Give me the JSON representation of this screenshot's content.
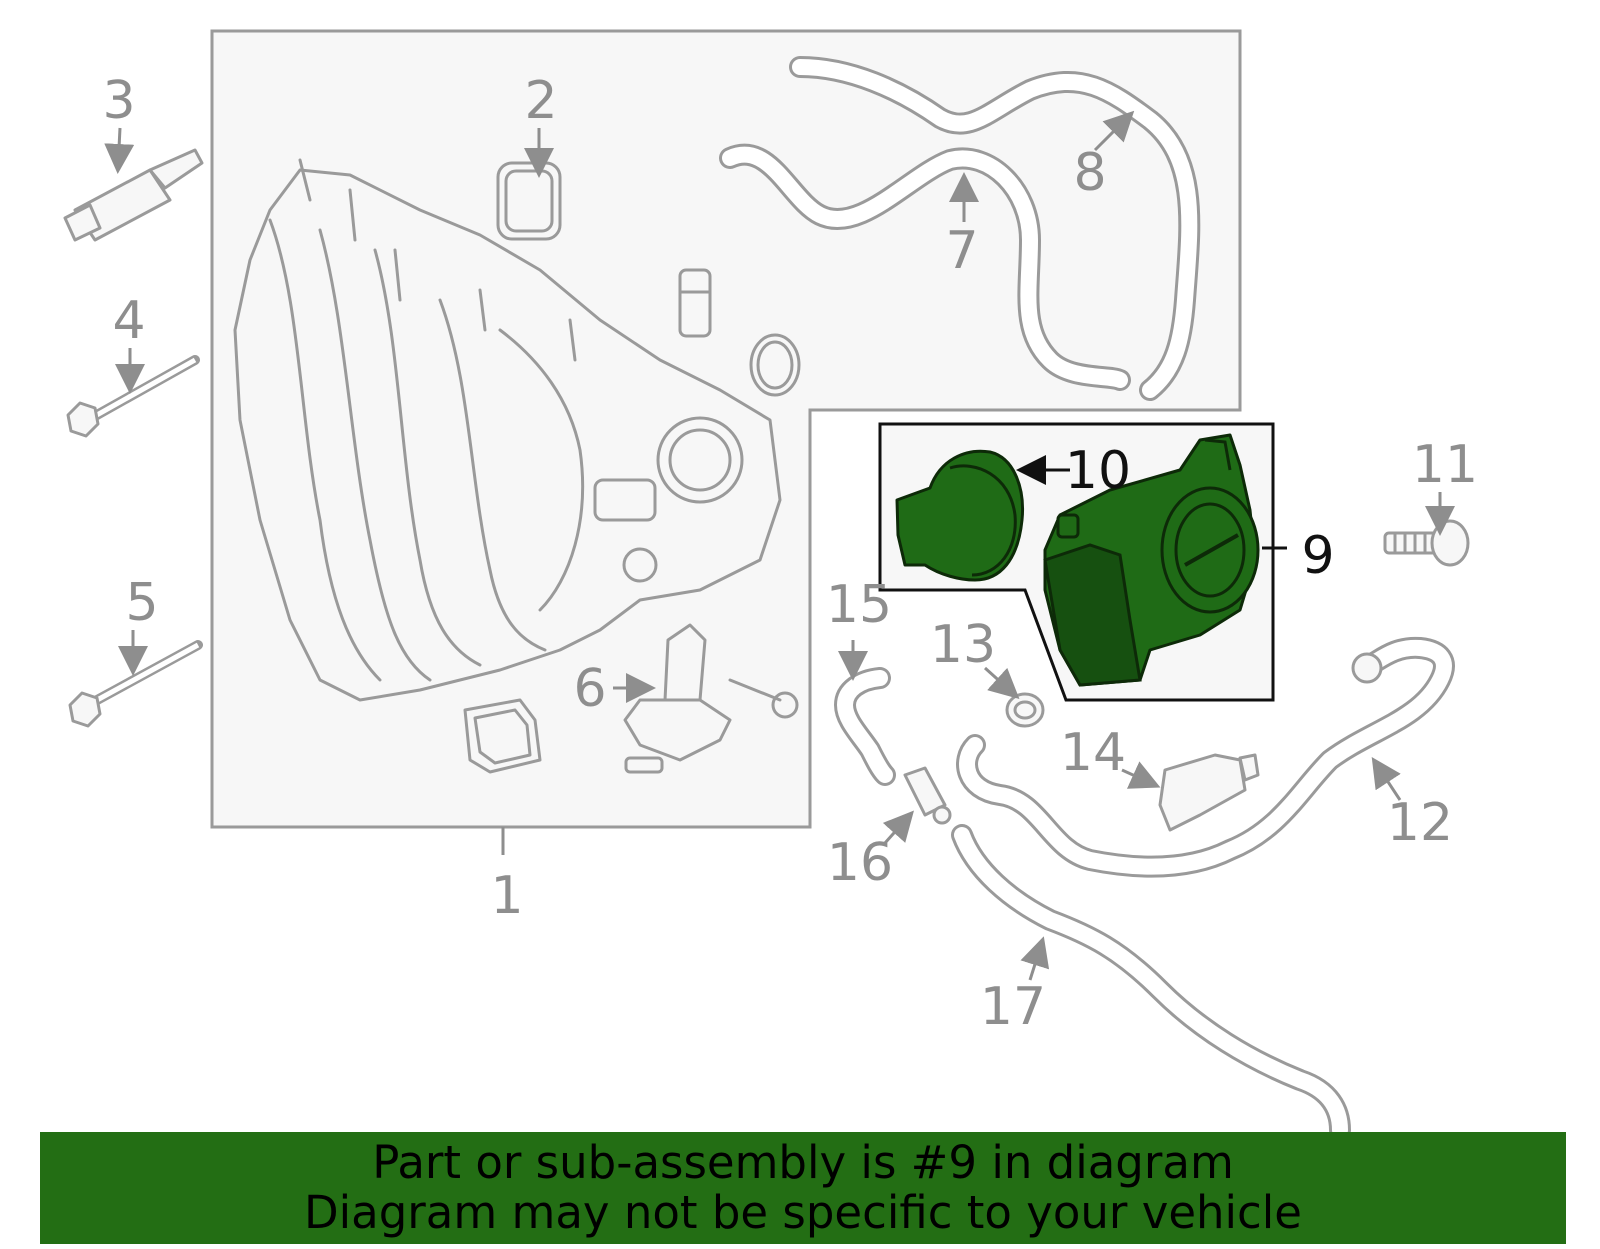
{
  "callouts": {
    "c1": "1",
    "c2": "2",
    "c3": "3",
    "c4": "4",
    "c5": "5",
    "c6": "6",
    "c7": "7",
    "c8": "8",
    "c9": "9",
    "c10": "10",
    "c11": "11",
    "c12": "12",
    "c13": "13",
    "c14": "14",
    "c15": "15",
    "c16": "16",
    "c17": "17"
  },
  "highlight": {
    "part_number": "9",
    "color": "#236e14"
  },
  "banner": {
    "line1": "Part or sub-assembly is #9 in diagram",
    "line2": "Diagram may not be specific to your vehicle"
  }
}
